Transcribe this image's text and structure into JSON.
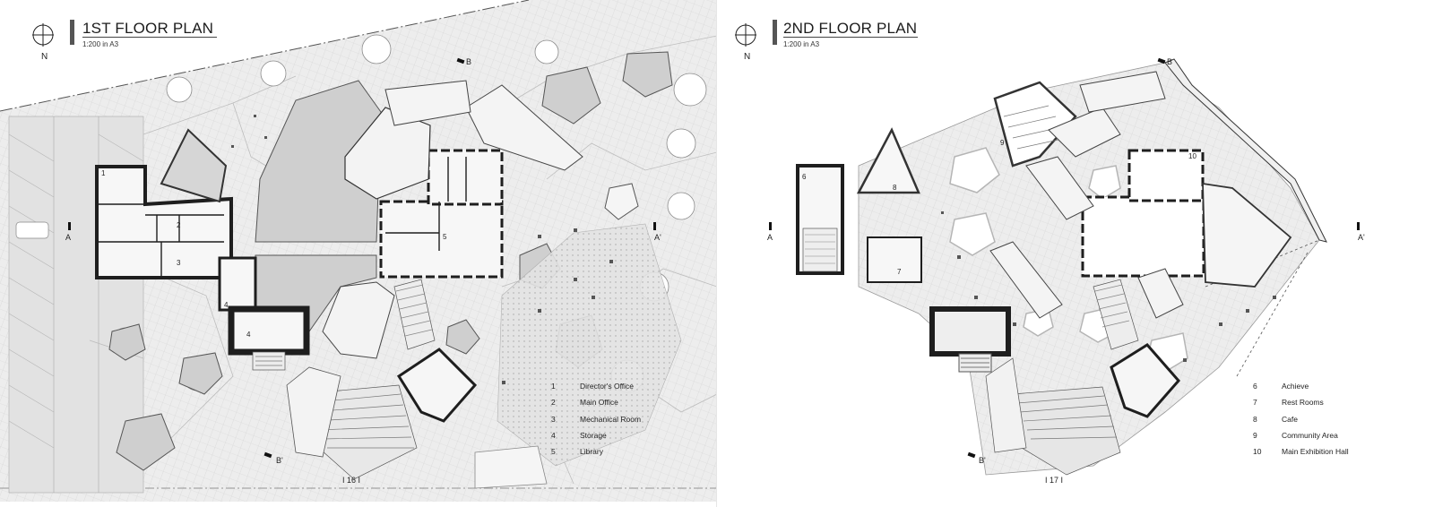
{
  "sheets": [
    {
      "title": "1ST FLOOR PLAN",
      "scale": "1:200 in A3",
      "north": "N",
      "section_a": "A",
      "section_a_prime": "A'",
      "section_b": "B",
      "section_b_prime": "B'",
      "page": "I 16 I",
      "room_tags": [
        "1",
        "2",
        "3",
        "4",
        "4",
        "5"
      ],
      "legend": [
        {
          "num": "1",
          "label": "Director's Office"
        },
        {
          "num": "2",
          "label": "Main Office"
        },
        {
          "num": "3",
          "label": "Mechanical Room"
        },
        {
          "num": "4",
          "label": "Storage"
        },
        {
          "num": "5",
          "label": "Library"
        }
      ]
    },
    {
      "title": "2ND FLOOR PLAN",
      "scale": "1:200 in A3",
      "north": "N",
      "section_a": "A",
      "section_a_prime": "A'",
      "section_b": "B",
      "section_b_prime": "B'",
      "page": "I 17 I",
      "room_tags": [
        "6",
        "7",
        "8",
        "9",
        "10"
      ],
      "legend": [
        {
          "num": "6",
          "label": "Achieve"
        },
        {
          "num": "7",
          "label": "Rest Rooms"
        },
        {
          "num": "8",
          "label": "Cafe"
        },
        {
          "num": "9",
          "label": "Community Area"
        },
        {
          "num": "10",
          "label": "Main Exhibition Hall"
        }
      ]
    }
  ],
  "colors": {
    "paving": "#ececec",
    "paving_line": "#c8c8c8",
    "wall": "#1e1e1e",
    "void": "#cfcfcf",
    "floor": "#f7f7f7",
    "tree": "#9a9a9a"
  }
}
